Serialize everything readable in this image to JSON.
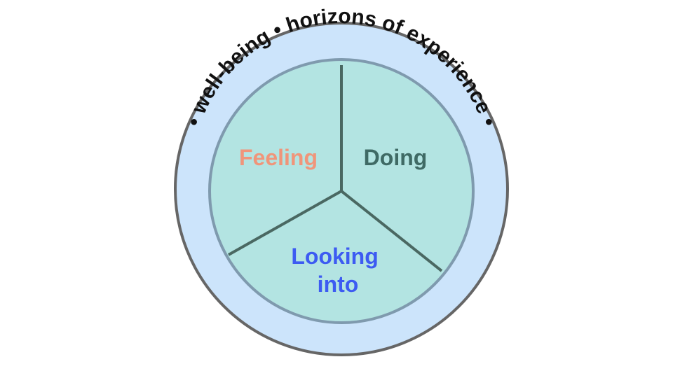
{
  "diagram": {
    "ring_text": "• well-being • horizons of experience •",
    "segments": [
      {
        "id": "feeling",
        "lines": [
          "Feeling"
        ],
        "color": "#f0957a"
      },
      {
        "id": "doing",
        "lines": [
          "Doing"
        ],
        "color": "#3f6a65"
      },
      {
        "id": "looking-into",
        "lines": [
          "Looking",
          "into"
        ],
        "color": "#3d5bf2"
      }
    ],
    "colors": {
      "outer_fill": "#cce4fb",
      "outer_stroke": "#666666",
      "inner_fill": "#b3e4e2",
      "inner_stroke": "#7f9aae",
      "divider": "#4a6862"
    }
  }
}
